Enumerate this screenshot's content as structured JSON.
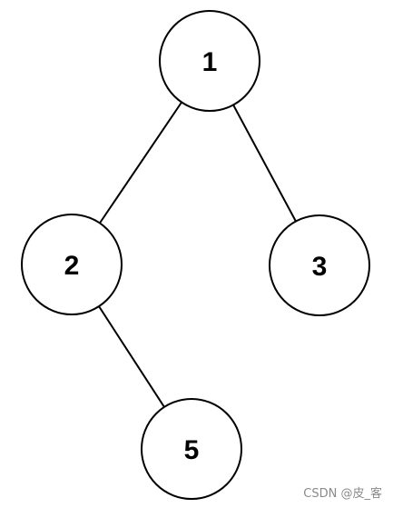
{
  "tree": {
    "nodes": [
      {
        "id": "n1",
        "label": "1"
      },
      {
        "id": "n2",
        "label": "2"
      },
      {
        "id": "n3",
        "label": "3"
      },
      {
        "id": "n5",
        "label": "5"
      }
    ],
    "edges": [
      {
        "from": "n1",
        "to": "n2"
      },
      {
        "from": "n1",
        "to": "n3"
      },
      {
        "from": "n2",
        "to": "n5"
      }
    ]
  },
  "watermark": {
    "text": "CSDN @皮_客"
  }
}
